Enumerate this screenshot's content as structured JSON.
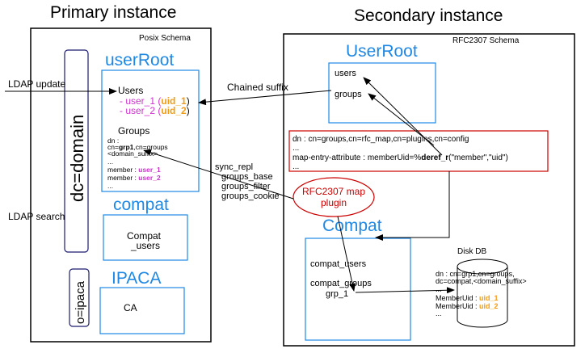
{
  "primary": {
    "title": "Primary instance",
    "schema": "Posix Schema",
    "dc_label": "dc=domain",
    "o_label": "o=ipaca",
    "userroot": {
      "title": "userRoot",
      "users_heading": "Users",
      "user1_name": "- user_1 (",
      "user1_uid": "uid_1",
      "user1_close": ")",
      "user2_name": "- user_2 (",
      "user2_uid": "uid_2",
      "user2_close": ")",
      "groups_heading": "Groups",
      "dn_line1": "dn :",
      "dn_line2_prefix": "cn=",
      "dn_line2_bold": "grp1",
      "dn_line2_suffix": ",cn=groups",
      "dn_line3": "<domain_suffix>",
      "ellipsis1": "...",
      "member1_prefix": "member : ",
      "member1_value": "user_1",
      "member2_prefix": "member : ",
      "member2_value": "user_2",
      "ellipsis2": "..."
    },
    "compat": {
      "title": "compat",
      "line1": "Compat",
      "line2": "_users"
    },
    "ipaca": {
      "title": "IPACA",
      "ca_label": "CA"
    }
  },
  "external": {
    "ldap_update": "LDAP update",
    "ldap_search": "LDAP search",
    "chained_suffix": "Chained suffix",
    "sync_repl": [
      "sync_repl",
      "groups_base",
      "groups_filter",
      "groups_cookie"
    ]
  },
  "secondary": {
    "title": "Secondary instance",
    "schema": "RFC2307  Schema",
    "userroot": {
      "title": "UserRoot",
      "users": "users",
      "groups": "groups"
    },
    "config": {
      "line1": "dn : cn=groups,cn=rfc_map,cn=plugins,cn=config",
      "line2": "...",
      "line3_prefix": "map-entry-attribute : memberUid=%",
      "line3_bold": "deref_r",
      "line3_suffix": "(\"member\",\"uid\")",
      "line4": "..."
    },
    "plugin": {
      "line1": "RFC2307 map",
      "line2": "plugin"
    },
    "compat": {
      "title": "Compat",
      "users": "compat_users",
      "groups": "compat_groups",
      "grp": "grp_1"
    },
    "disk": {
      "title": "Disk DB",
      "line1": "dn : cn=grp1,cn=groups,",
      "line2": " dc=compat,<domain_suffix>",
      "line3": "...",
      "member1_prefix": "MemberUid : ",
      "member1_value": "uid_1",
      "member2_prefix": "MemberUid : ",
      "member2_value": "uid_2",
      "line6": "..."
    }
  },
  "colors": {
    "blue_box": "#1e88e5",
    "blue_title": "#1e88e5",
    "red": "#cc0000",
    "magenta": "#cc33cc",
    "orange": "#f39c12",
    "navy": "#1a1a6e"
  }
}
